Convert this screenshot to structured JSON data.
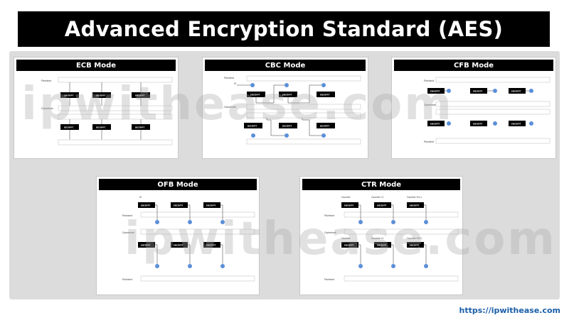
{
  "title": "Advanced Encryption Standard (AES)",
  "modes": {
    "ecb": "ECB Mode",
    "cbc": "CBC Mode",
    "cfb": "CFB Mode",
    "ofb": "OFB Mode",
    "ctr": "CTR Mode"
  },
  "watermark": "ipwithease.com",
  "footer_url": "https://ipwithease.com",
  "diagram_labels": {
    "encrypt": "ENCRYPT",
    "decrypt": "DECRYPT",
    "plaintext": "Plaintext",
    "ciphertext": "Ciphertext",
    "xor": "XOR",
    "iv": "IV",
    "counter": "Counter",
    "counter_plus_1": "Counter+1",
    "counter_plus_n": "Counter+N-1"
  },
  "colors": {
    "header": "#000000",
    "panel": "#dcdcdc",
    "xor_node": "#5b8fd9",
    "watermark": "#aaaaaa",
    "footer": "#1a5ea8"
  }
}
